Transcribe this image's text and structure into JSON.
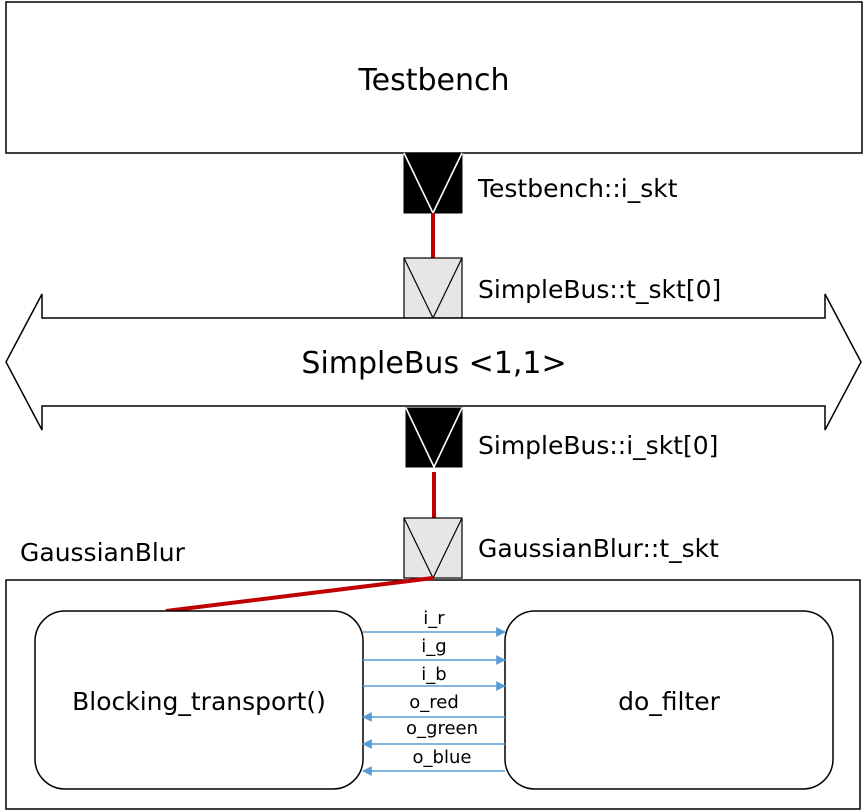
{
  "testbench": {
    "title": "Testbench"
  },
  "bus": {
    "title": "SimpleBus <1,1>"
  },
  "sockets": {
    "testbench_initiator": "Testbench::i_skt",
    "bus_target": "SimpleBus::t_skt[0]",
    "bus_initiator": "SimpleBus::i_skt[0]",
    "gauss_target": "GaussianBlur::t_skt"
  },
  "gaussian": {
    "module_label": "GaussianBlur",
    "left_block": "Blocking_transport()",
    "right_block": "do_filter"
  },
  "signals": {
    "inputs": [
      "i_r",
      "i_g",
      "i_b"
    ],
    "outputs": [
      "o_red",
      "o_green",
      "o_blue"
    ]
  },
  "colors": {
    "link": "#c00000",
    "arrow": "#5b9bd5",
    "initiator_fill": "#000000",
    "target_fill": "#e6e6e6",
    "stroke": "#000000"
  }
}
